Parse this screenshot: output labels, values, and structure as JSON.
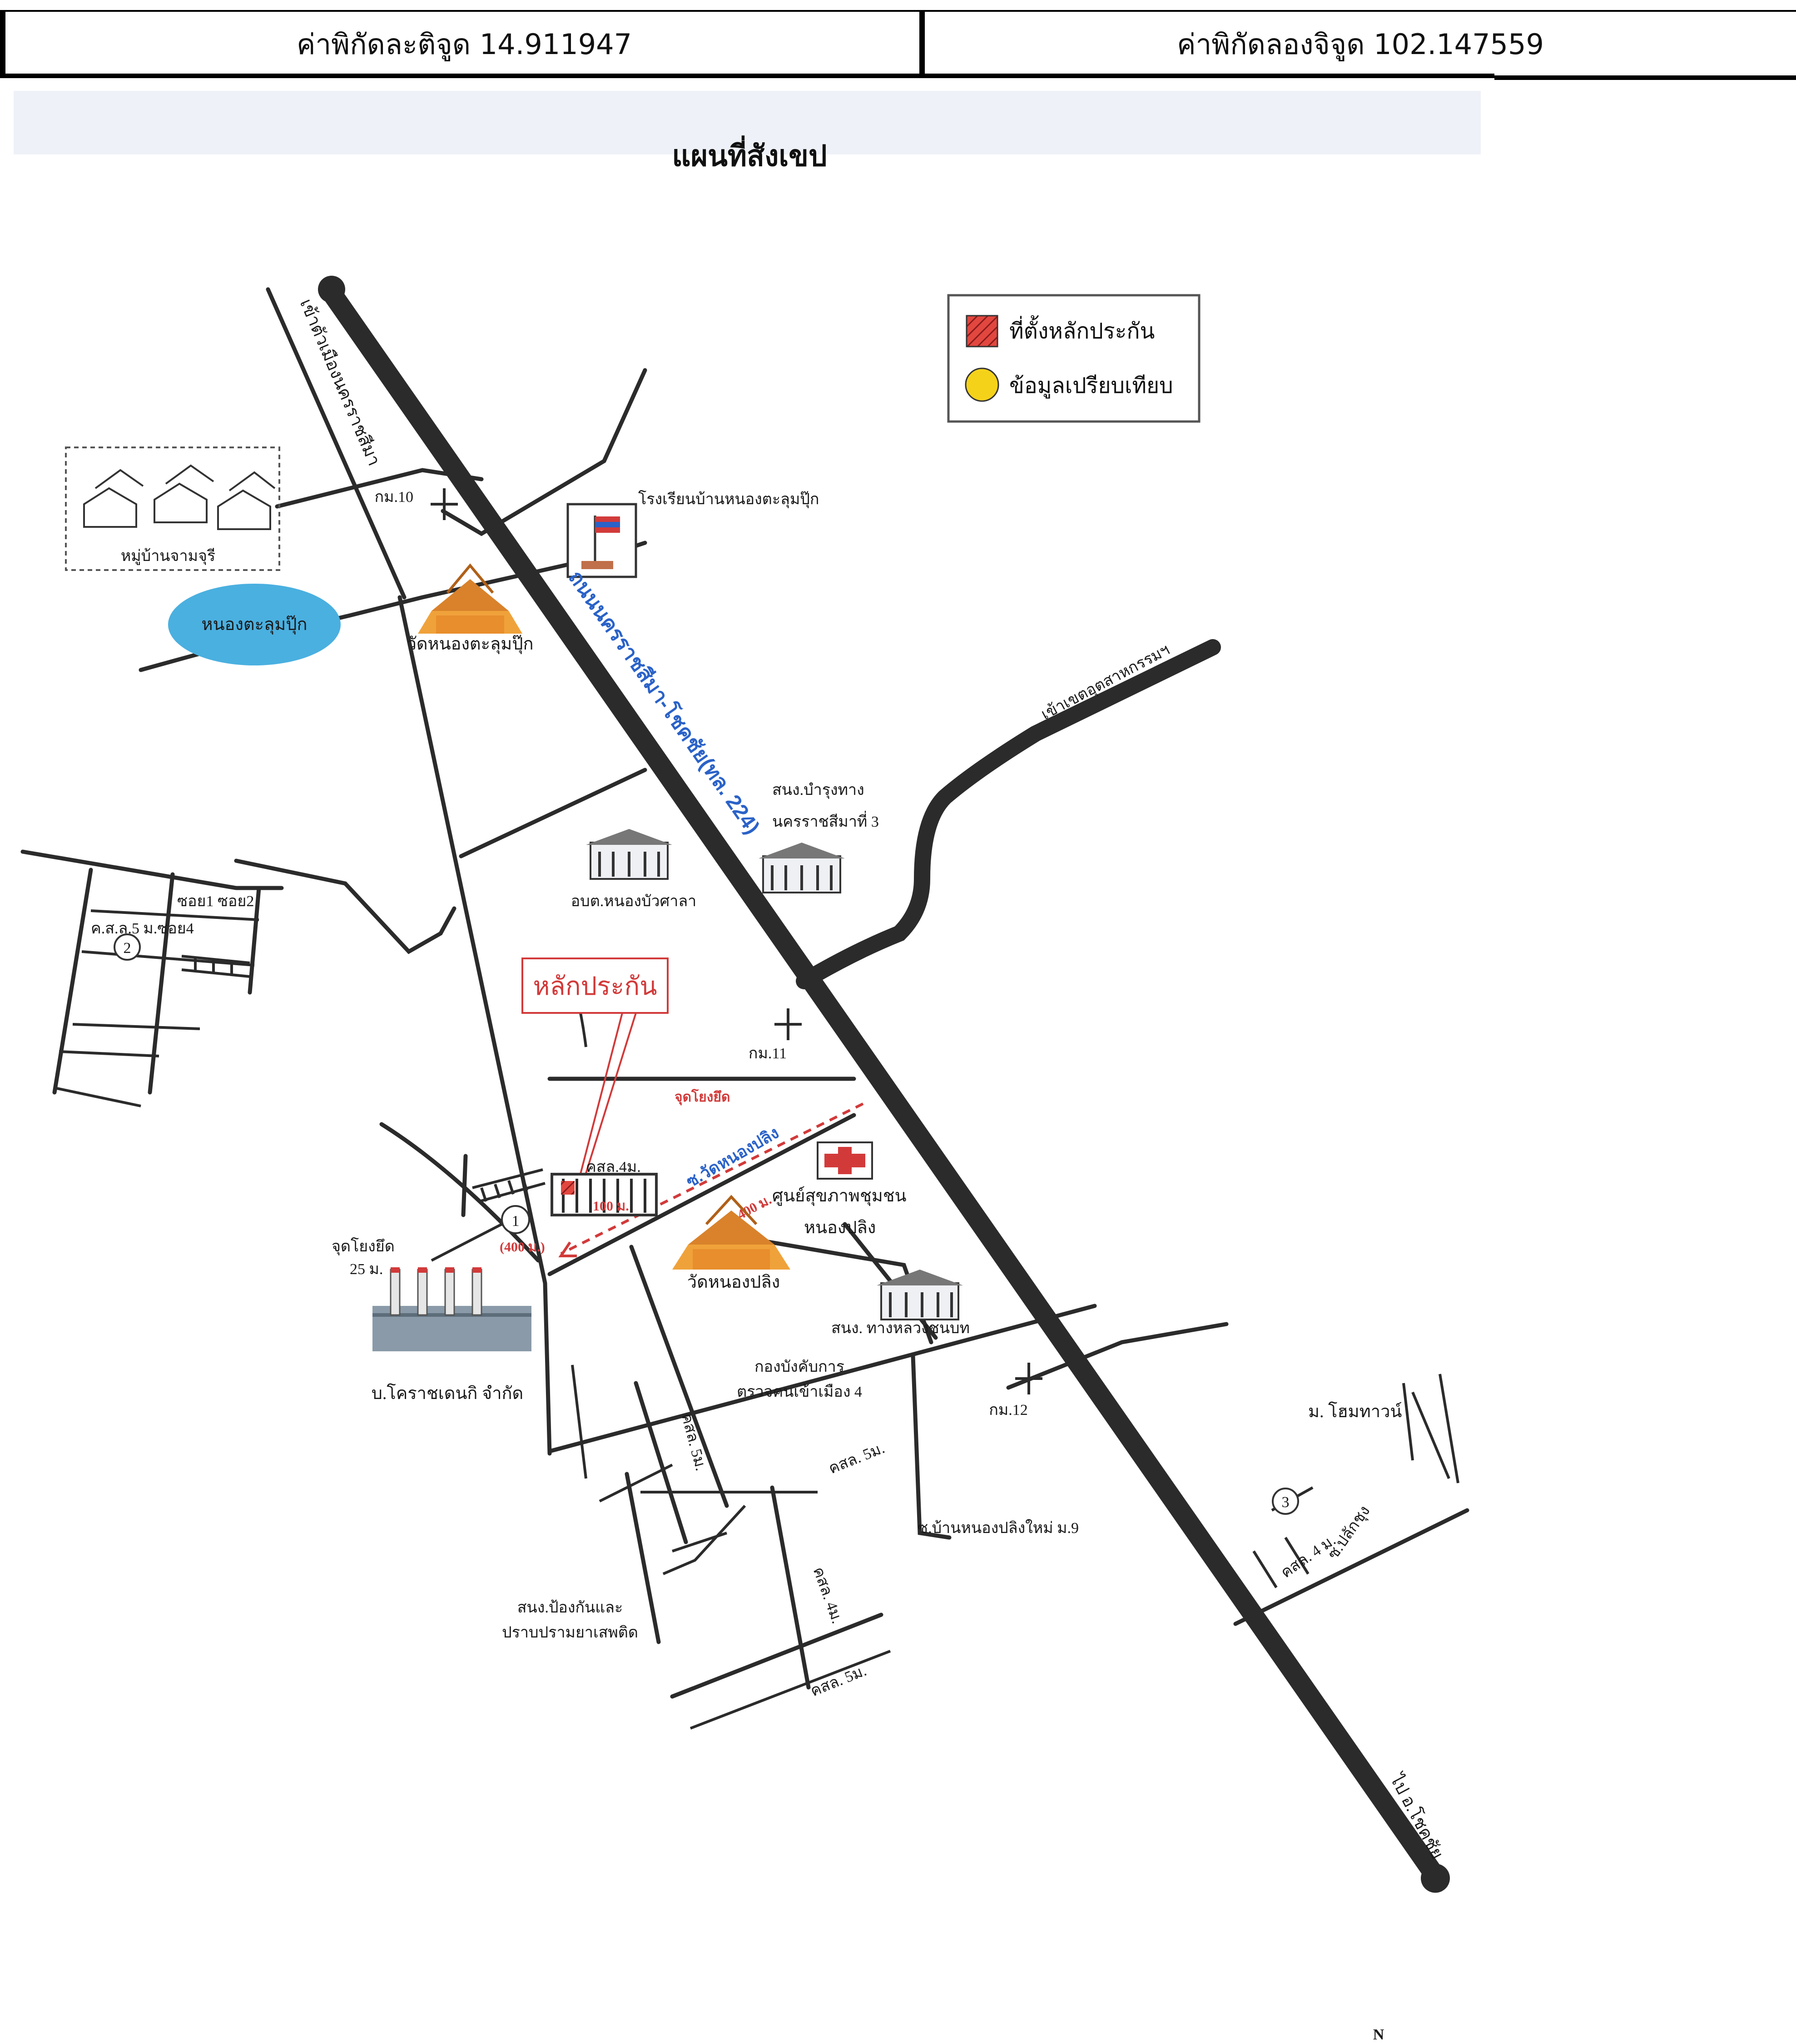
{
  "header": {
    "latitude": "ค่าพิกัดละติจูด 14.911947",
    "longitude": "ค่าพิกัดลองจิจูด 102.147559"
  },
  "map": {
    "title": "แผนที่สังเขป",
    "legend": [
      {
        "label": "ที่ตั้งหลักประกัน",
        "color": "#e2473f"
      },
      {
        "label": "ข้อมูลเปรียบเทียบ",
        "color": "#f5d21a"
      }
    ],
    "roads": {
      "main": "ถนนนครราชสีมา-โชคชัย(ทล. 224)",
      "to_city": "เข้าตัวเมืองนครราชสีมา",
      "to_chokchai": "ไป อ.โชคชัย",
      "to_industrial": "เข้าเขตอุตสาหกรรมฯ",
      "soi_wat": "ซ.วัดหนองปลิง",
      "soi_mu9": "ซ.บ้านหนองปลิงใหม่ ม.9",
      "soi_right": "ซ.ปลักชุง",
      "kso_4m_a": "คสล.4ม.",
      "kso_5m": "ค.ส.ล.5 ม.ซอย4",
      "soi1_soi2": "ซอย1 ซอย2",
      "kso_5m_b": "คสล. 5ม.",
      "kso_5m_c": "คสล. 5ม.",
      "kso_4m_b": "คสล. 4ม.",
      "kso_5m_d": "คสล. 5ม.",
      "kso_4m_c": "คสล. 4 ม."
    },
    "kilometer": {
      "km10": "กม.10",
      "km11": "กม.11",
      "km12": "กม.12"
    },
    "places": {
      "village": "หมู่บ้านจามจุรี",
      "pond": "หนองตะลุมปุ๊ก",
      "school": "โรงเรียนบ้านหนองตะลุมปุ๊ก",
      "wat_top": "วัดหนองตะลุมปุ๊ก",
      "highway_office_1": "สนง.บำรุงทาง",
      "highway_office_2": "นครราชสีมาที่ 3",
      "sao": "อบต.หนองบัวศาลา",
      "health_center_1": "ศูนย์สุขภาพชุมชน",
      "health_center_2": "หนองปลิง",
      "wat_nongpling": "วัดหนองปลิง",
      "gov_office": "สนง. ทางหลวงชนบท",
      "border_1": "กองบังคับการ",
      "border_2": "ตรวจคนเข้าเมือง 4",
      "drug_office_1": "สนง.ป้องกันและ",
      "drug_office_2": "ปราบปรามยาเสพติด",
      "factory": "บ.โคราชเดนกิ จำกัด",
      "moo_right": "ม. โฮมทาวน์",
      "collateral": "หลักประกัน",
      "start_point": "จุดโยงยึด",
      "start_point_2": "จุดโยงยึด",
      "dist_25": "25 ม.",
      "dist_400": "400 ม.",
      "dist_400b": "(400 ม.)",
      "dist_100": "100 ม."
    },
    "markers": [
      "1",
      "2",
      "3"
    ],
    "north": "N"
  }
}
